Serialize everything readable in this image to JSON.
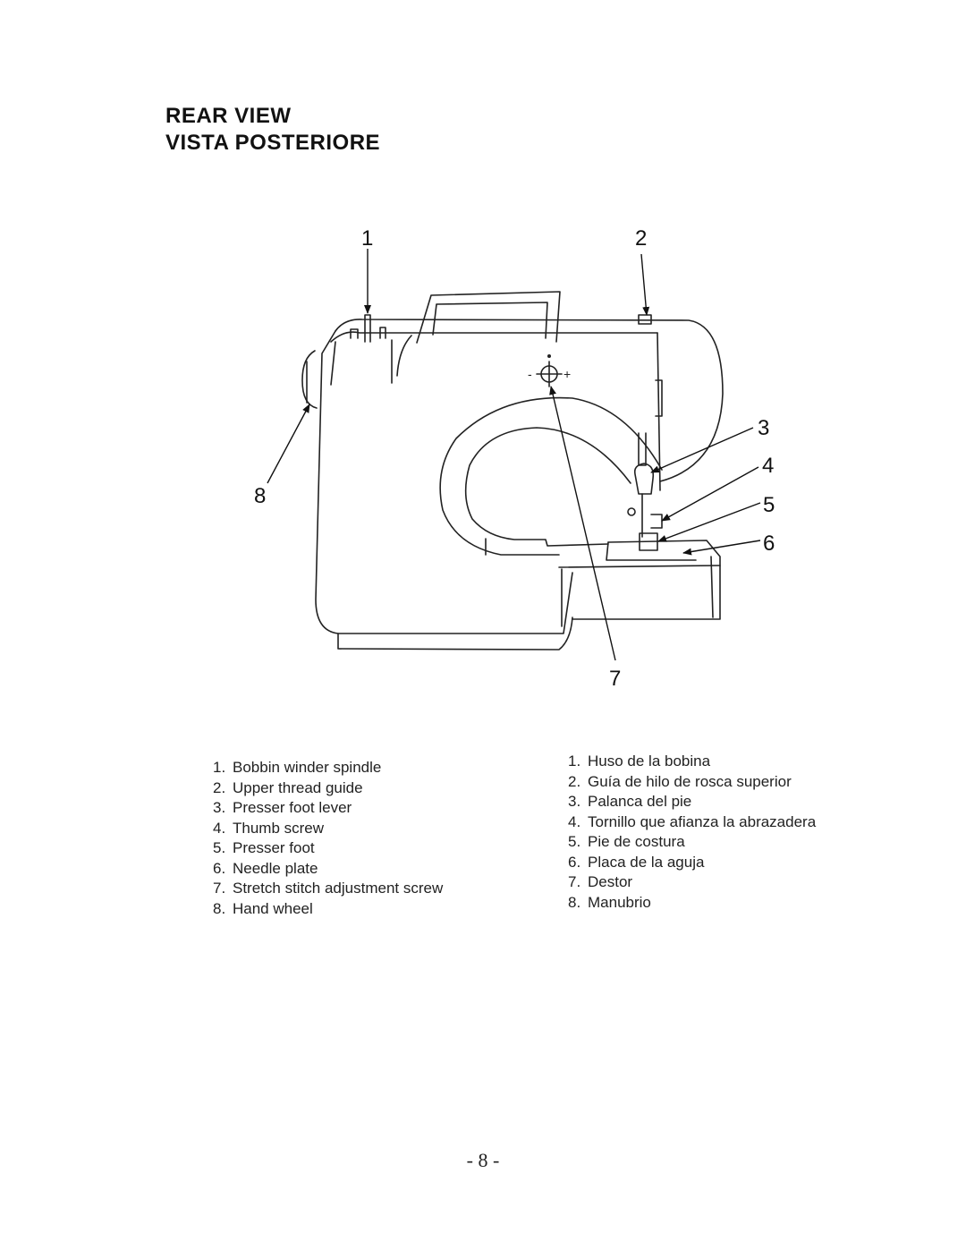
{
  "titles": {
    "english": "REAR VIEW",
    "italian": "VISTA POSTERIORE"
  },
  "callouts": [
    "1",
    "2",
    "3",
    "4",
    "5",
    "6",
    "7",
    "8"
  ],
  "legend_english": [
    {
      "num": "1.",
      "text": "Bobbin winder spindle"
    },
    {
      "num": "2.",
      "text": "Upper thread guide"
    },
    {
      "num": "3.",
      "text": "Presser foot lever"
    },
    {
      "num": "4.",
      "text": "Thumb screw"
    },
    {
      "num": "5.",
      "text": "Presser foot"
    },
    {
      "num": "6.",
      "text": "Needle plate"
    },
    {
      "num": "7.",
      "text": "Stretch stitch adjustment screw"
    },
    {
      "num": "8.",
      "text": "Hand wheel"
    }
  ],
  "legend_spanish": [
    {
      "num": "1.",
      "text": "Huso de la bobina"
    },
    {
      "num": "2.",
      "text": "Guía de hilo de rosca superior"
    },
    {
      "num": "3.",
      "text": "Palanca del pie"
    },
    {
      "num": "4.",
      "text": "Tornillo que afianza la abrazadera"
    },
    {
      "num": "5.",
      "text": "Pie de costura"
    },
    {
      "num": "6.",
      "text": "Placa de la aguja"
    },
    {
      "num": "7.",
      "text": "Destor"
    },
    {
      "num": "8.",
      "text": "Manubrio"
    }
  ],
  "page_number": "- 8 -"
}
